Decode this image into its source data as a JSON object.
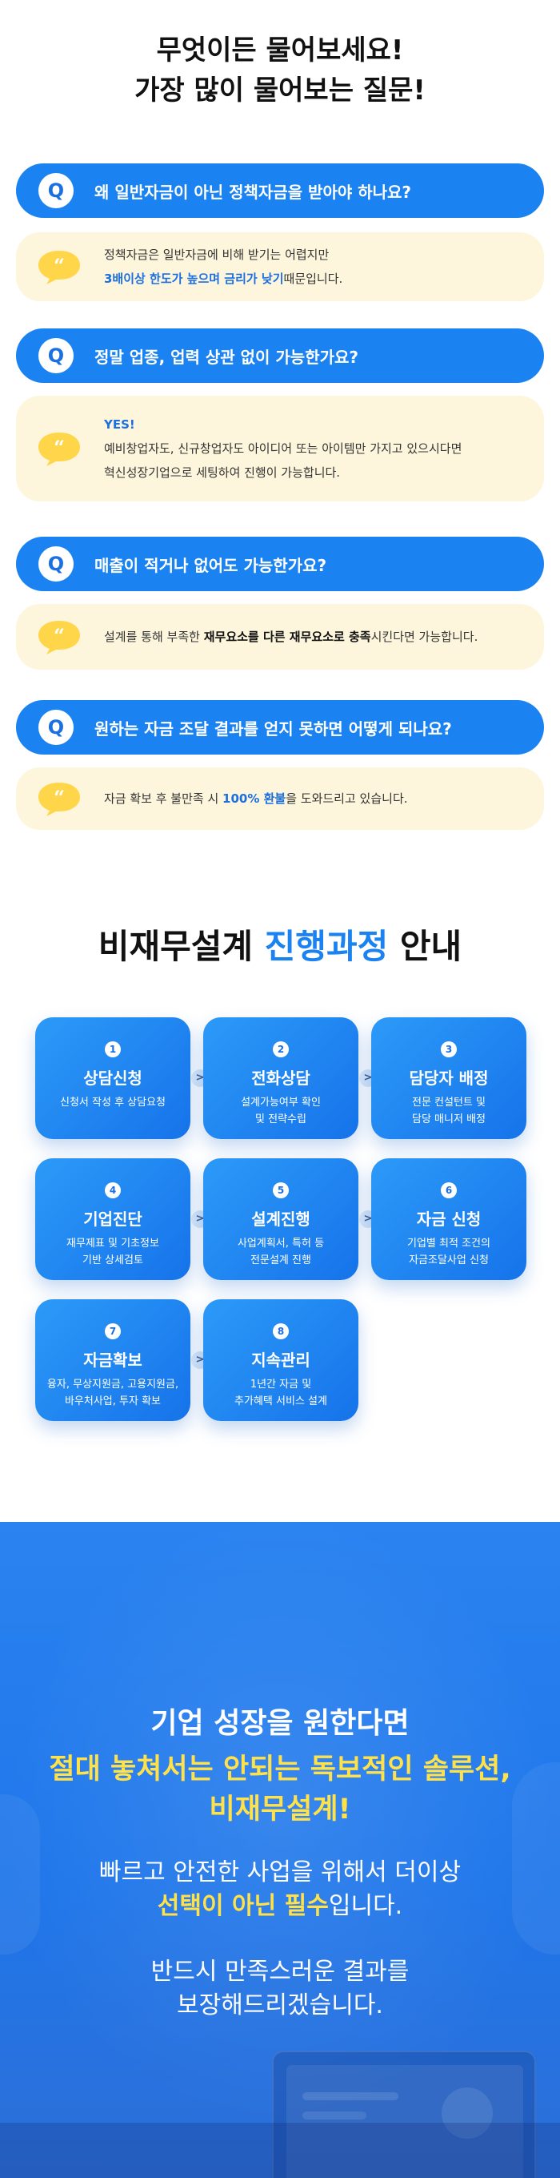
{
  "faq": {
    "title_line1": "무엇이든 물어보세요!",
    "title_line2": "가장 많이 물어보는 질문!",
    "q_badge": "Q",
    "items": [
      {
        "question": "왜 일반자금이 아닌 정책자금을 받아야 하나요?",
        "answer_line1": "정책자금은 일반자금에 비해 받기는 어렵지만",
        "answer_line2_highlight": "3배이상 한도가 높으며 금리가 낮기",
        "answer_line2_rest": "때문입니다."
      },
      {
        "question": "정말 업종, 업력 상관 없이 가능한가요?",
        "answer_yes": "YES!",
        "answer_line1": "예비창업자도, 신규창업자도 아이디어 또는 아이템만 가지고 있으시다면",
        "answer_line2": "혁신성장기업으로 세팅하여 진행이 가능합니다."
      },
      {
        "question": "매출이 적거나 없어도 가능한가요?",
        "answer_pre": "설계를 통해 부족한 ",
        "answer_bold": "재무요소를 다른 재무요소로 충족",
        "answer_post": "시킨다면 가능합니다."
      },
      {
        "question": "원하는 자금 조달 결과를 얻지 못하면 어떻게 되나요?",
        "answer_pre": "자금 확보 후 불만족 시 ",
        "answer_highlight": "100% 환불",
        "answer_post": "을 도와드리고 있습니다."
      }
    ]
  },
  "process": {
    "title_pre": "비재무설계 ",
    "title_highlight": "진행과정",
    "title_post": " 안내",
    "arrow": ">",
    "steps": [
      {
        "num": "1",
        "title": "상담신청",
        "desc1": "신청서 작성 후 상담요청",
        "desc2": ""
      },
      {
        "num": "2",
        "title": "전화상담",
        "desc1": "설계가능여부 확인",
        "desc2": "및 전략수립"
      },
      {
        "num": "3",
        "title": "담당자 배정",
        "desc1": "전문 컨설턴트 및",
        "desc2": "담당 매니저 배정"
      },
      {
        "num": "4",
        "title": "기업진단",
        "desc1": "재무제표 및 기초정보",
        "desc2": "기반 상세검토"
      },
      {
        "num": "5",
        "title": "설계진행",
        "desc1": "사업계획서, 특허 등",
        "desc2": "전문설계 진행"
      },
      {
        "num": "6",
        "title": "자금 신청",
        "desc1": "기업별 최적 조건의",
        "desc2": "자금조달사업 신청"
      },
      {
        "num": "7",
        "title": "자금확보",
        "desc1": "융자, 무상지원금, 고용지원금,",
        "desc2": "바우처사업, 투자 확보"
      },
      {
        "num": "8",
        "title": "지속관리",
        "desc1": "1년간 자금 및",
        "desc2": "추가혜택 서비스 설계"
      }
    ]
  },
  "banner": {
    "line1": "기업 성장을 원한다면",
    "line2": "절대 놓쳐서는 안되는 독보적인 솔루션,",
    "line3": "비재무설계!",
    "line4": "빠르고 안전한 사업을 위해서 더이상",
    "line5_highlight": "선택이 아닌 필수",
    "line5_rest": "입니다.",
    "line6": "반드시 만족스러운 결과를",
    "line7": "보장해드리겠습니다."
  },
  "colors": {
    "primary_blue": "#1b82f2",
    "answer_bg": "#fdf6dc",
    "highlight_yellow": "#ffe14a",
    "bubble_yellow": "#ffd54a"
  },
  "icons": {
    "question": "q-badge-icon",
    "answer": "quote-bubble-icon",
    "arrow": "chevron-right-icon"
  }
}
